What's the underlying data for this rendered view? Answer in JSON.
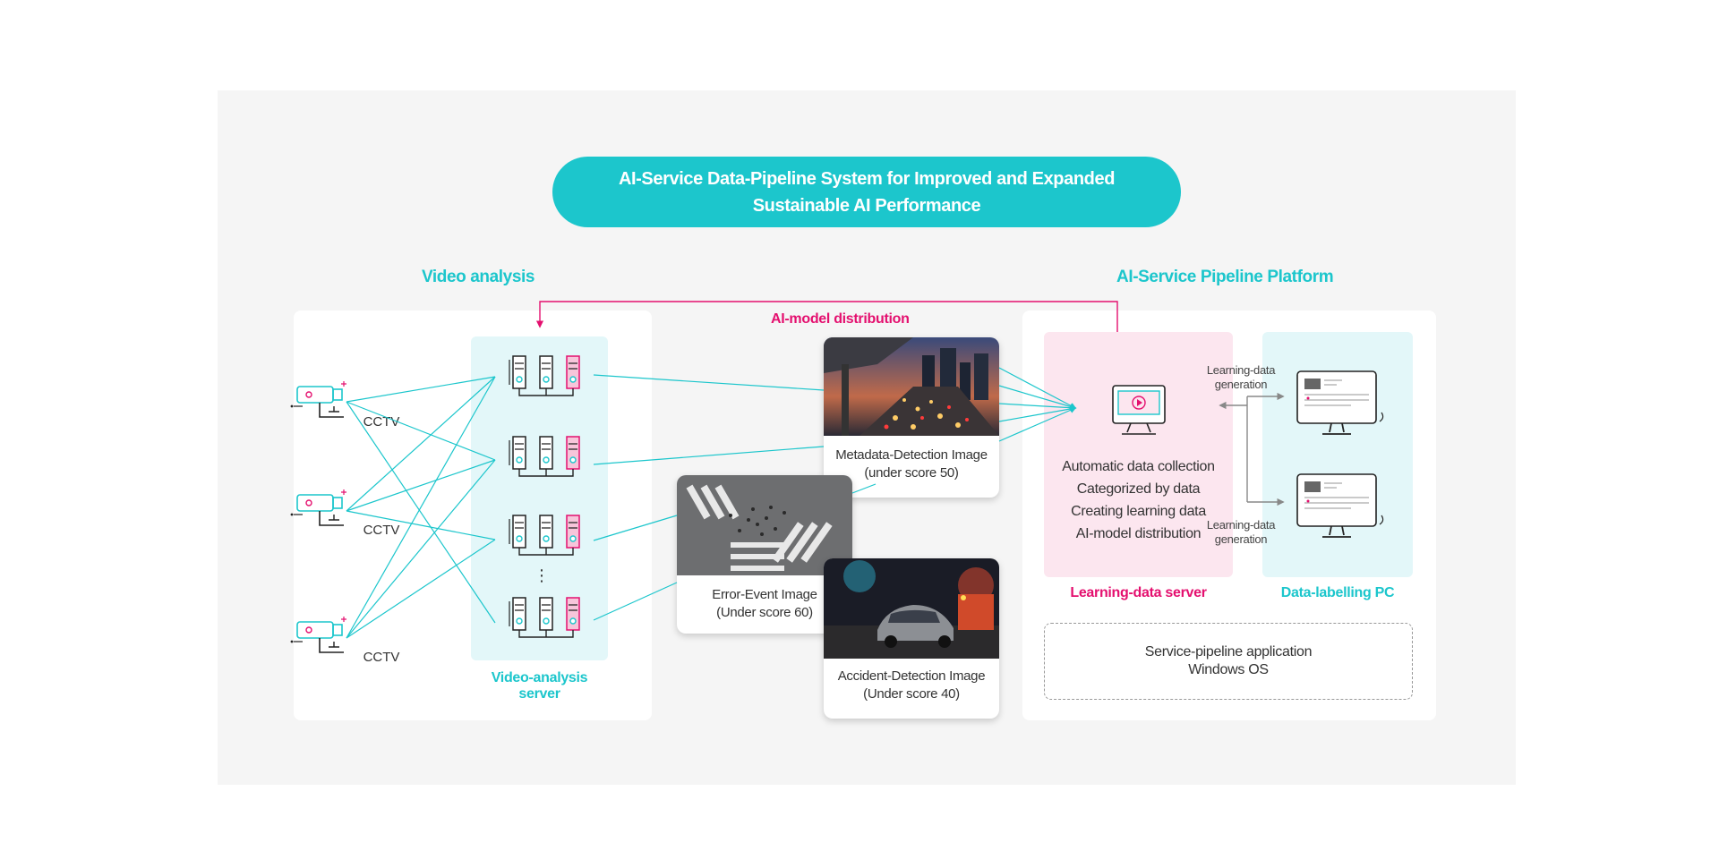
{
  "banner": {
    "line1": "AI-Service Data-Pipeline System for Improved and Expanded",
    "line2": "Sustainable AI Performance"
  },
  "sections": {
    "video_analysis": "Video analysis",
    "platform": "AI-Service Pipeline Platform"
  },
  "distribution_label": "AI-model distribution",
  "cctv": [
    {
      "label": "CCTV"
    },
    {
      "label": "CCTV"
    },
    {
      "label": "CCTV"
    }
  ],
  "server_label": "Video-analysis server",
  "server_ellipsis": "⋮",
  "images": {
    "metadata": {
      "line1": "Metadata-Detection Image",
      "line2": "(under score 50)"
    },
    "error": {
      "line1": "Error-Event Image",
      "line2": "(Under score 60)"
    },
    "accident": {
      "line1": "Accident-Detection Image",
      "line2": "(Under score 40)"
    }
  },
  "learning_server": {
    "label": "Learning-data server",
    "items": [
      "Automatic data collection",
      "Categorized by data",
      "Creating learning data",
      "AI-model distribution"
    ]
  },
  "labelling": {
    "label": "Data-labelling PC",
    "gen1": {
      "line1": "Learning-data",
      "line2": "generation"
    },
    "gen2": {
      "line1": "Learning-data",
      "line2": "generation"
    }
  },
  "app": {
    "line1": "Service-pipeline application",
    "line2": "Windows OS"
  },
  "colors": {
    "teal": "#1cc6cc",
    "pink": "#e4106f",
    "gray": "#f5f5f5"
  },
  "icons": [
    "cctv-camera-icon",
    "server-rack-icon",
    "monitor-play-icon",
    "labelling-monitor-icon"
  ]
}
